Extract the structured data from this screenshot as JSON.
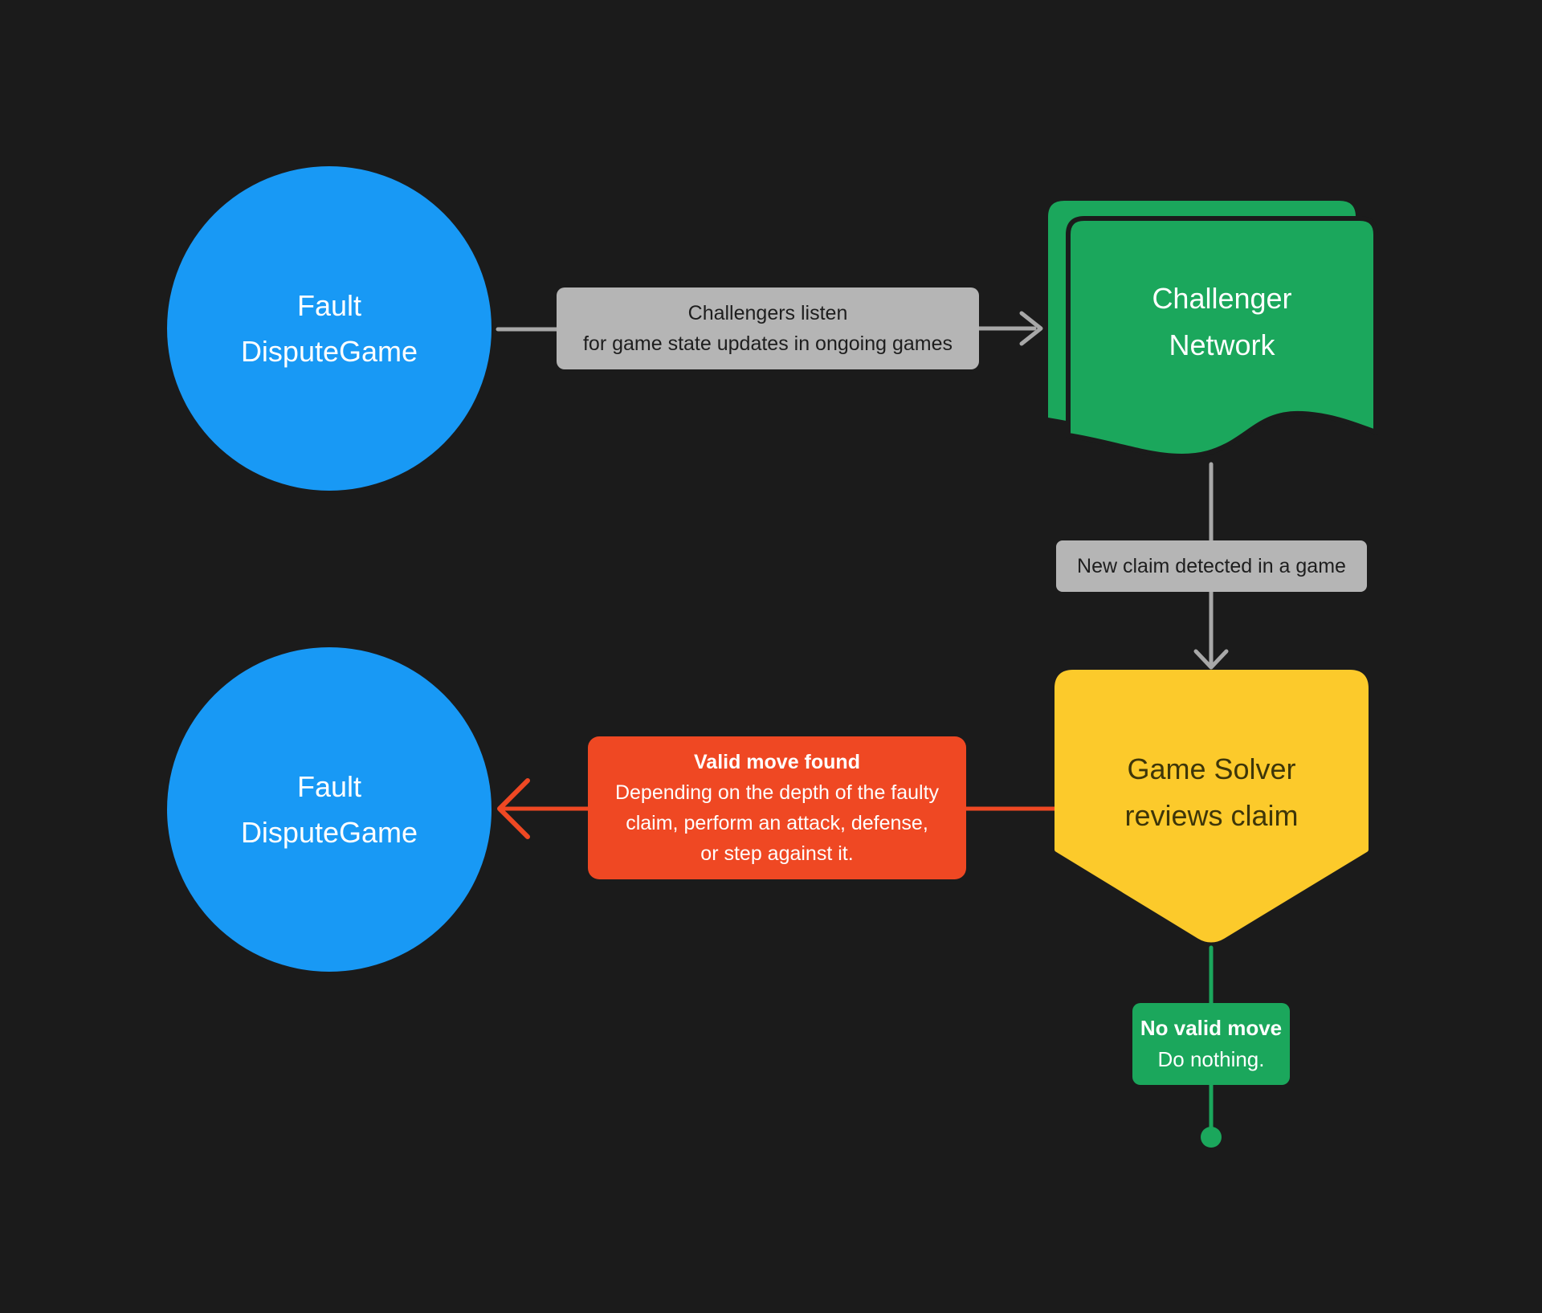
{
  "diagram": {
    "background_color": "#1B1B1B",
    "palette": {
      "blue_node": "#1899F5",
      "green_node": "#1BA75C",
      "yellow_node": "#FCCA2B",
      "red_box": "#EF4823",
      "gray_label_bg": "#B5B5B5",
      "gray_connector": "#A8A8A8",
      "dark_label_text": "#1E1E1E",
      "yellow_node_text": "#3E3609",
      "white_text": "#FFFFFF"
    },
    "nodes": {
      "fault_dispute_game_top": {
        "type": "circle",
        "lines": [
          "Fault",
          "DisputeGame"
        ]
      },
      "challenger_network": {
        "type": "document-stack",
        "lines": [
          "Challenger",
          "Network"
        ]
      },
      "game_solver": {
        "type": "banner-down",
        "lines": [
          "Game Solver",
          "reviews claim"
        ]
      },
      "fault_dispute_game_bottom": {
        "type": "circle",
        "lines": [
          "Fault",
          "DisputeGame"
        ]
      }
    },
    "edges": {
      "listen_label": {
        "lines": [
          "Challengers listen",
          "for game state updates in ongoing games"
        ]
      },
      "new_claim_label": {
        "text": "New claim detected in a game"
      },
      "valid_move_label": {
        "title": "Valid move found",
        "lines": [
          "Depending on the depth of the faulty",
          "claim, perform an attack, defense,",
          "or step against it."
        ]
      },
      "no_valid_move_label": {
        "title": "No valid move",
        "body": "Do nothing."
      }
    }
  }
}
